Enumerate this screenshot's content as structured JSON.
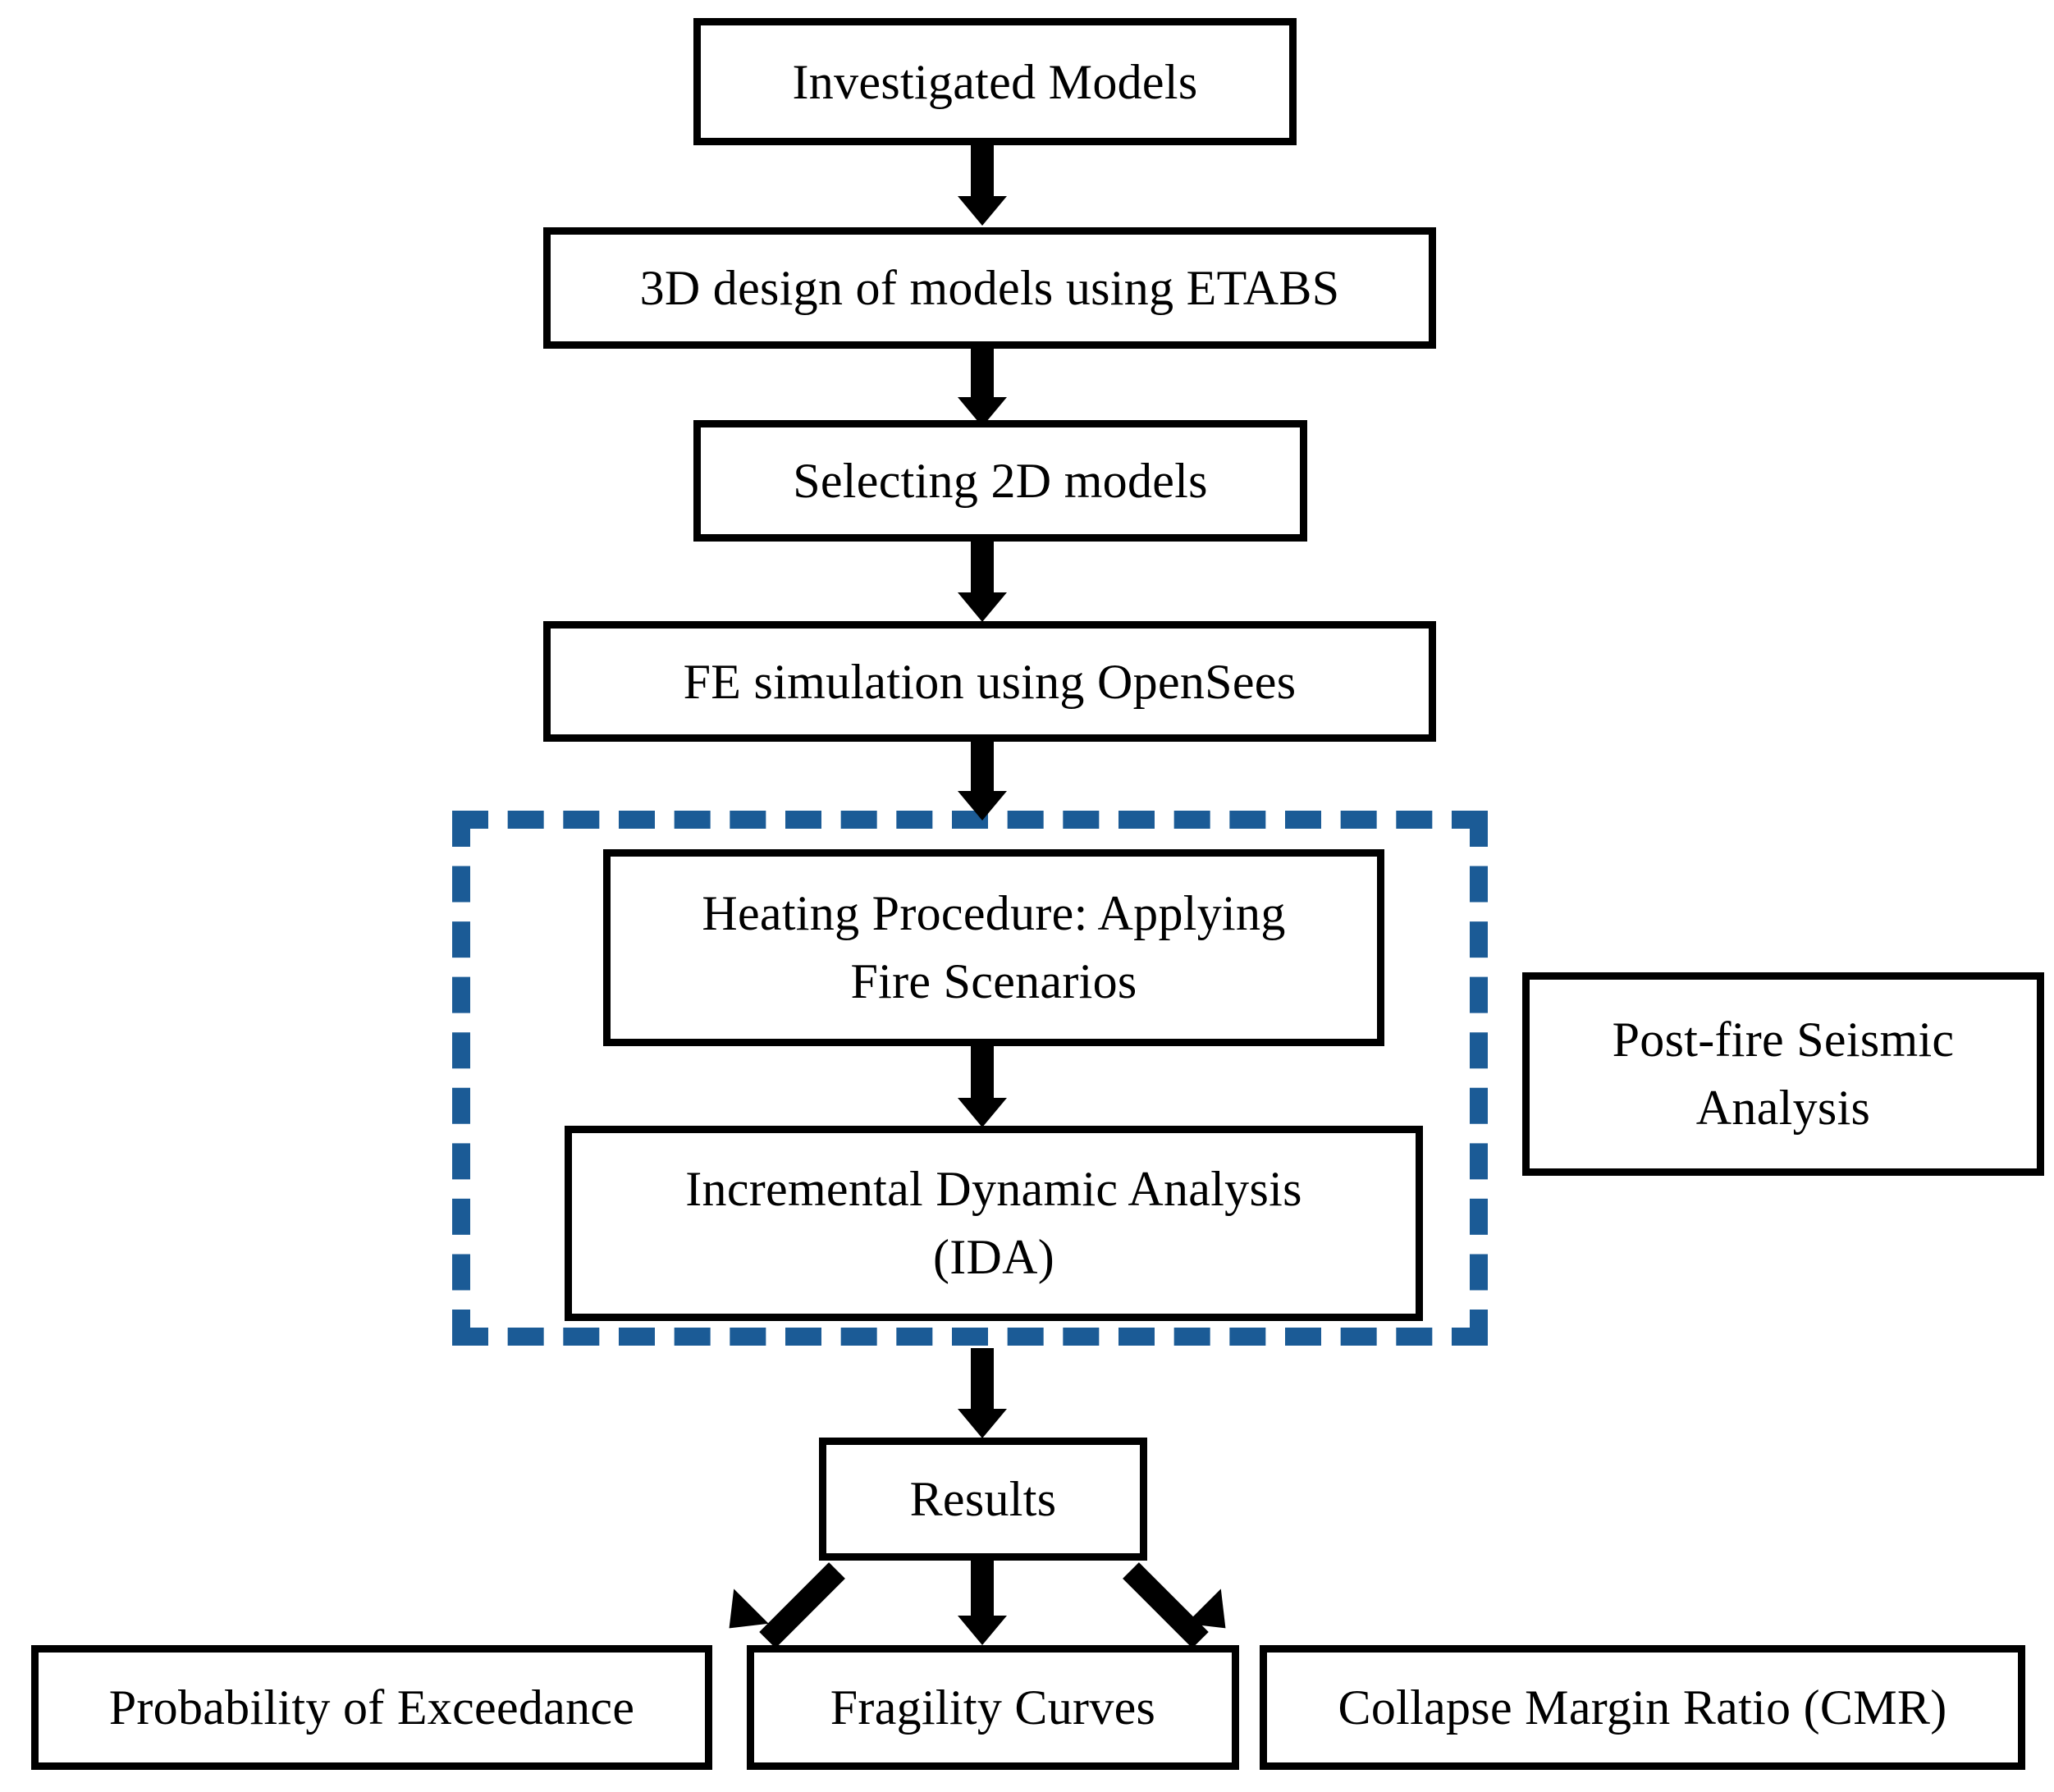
{
  "diagram": {
    "title": "Post-fire seismic analysis research flowchart",
    "type": "flowchart",
    "accent_color": "#1B5B96",
    "line_color": "#000000",
    "background_color": "#FFFFFF",
    "nodes": {
      "investigated_models": "Investigated Models",
      "design_3d": "3D design of models using ETABS",
      "select_2d": "Selecting 2D models",
      "fe_simulation": "FE simulation using OpenSees",
      "heating_procedure_line1": "Heating Procedure: Applying",
      "heating_procedure_line2": "Fire Scenarios",
      "ida_line1": "Incremental Dynamic Analysis",
      "ida_line2": "(IDA)",
      "post_fire_line1": "Post-fire Seismic",
      "post_fire_line2": "Analysis",
      "results": "Results",
      "probability_of_exceedance": "Probability of Exceedance",
      "fragility_curves": "Fragility Curves",
      "collapse_margin_ratio": "Collapse Margin Ratio (CMR)"
    },
    "group_label": "Post-fire Seismic Analysis",
    "connectors": [
      {
        "from": "investigated_models",
        "to": "design_3d",
        "style": "solid-block-arrow",
        "direction": "down"
      },
      {
        "from": "design_3d",
        "to": "select_2d",
        "style": "solid-block-arrow",
        "direction": "down"
      },
      {
        "from": "select_2d",
        "to": "fe_simulation",
        "style": "solid-block-arrow",
        "direction": "down"
      },
      {
        "from": "fe_simulation",
        "to": "heating_procedure",
        "style": "solid-block-arrow",
        "direction": "down"
      },
      {
        "from": "heating_procedure",
        "to": "ida",
        "style": "solid-block-arrow",
        "direction": "down"
      },
      {
        "from": "ida_group",
        "to": "results",
        "style": "solid-block-arrow",
        "direction": "down"
      },
      {
        "from": "results",
        "to": "probability_of_exceedance",
        "style": "solid-block-arrow",
        "direction": "down-left"
      },
      {
        "from": "results",
        "to": "fragility_curves",
        "style": "solid-block-arrow",
        "direction": "down"
      },
      {
        "from": "results",
        "to": "collapse_margin_ratio",
        "style": "solid-block-arrow",
        "direction": "down-right"
      }
    ]
  }
}
